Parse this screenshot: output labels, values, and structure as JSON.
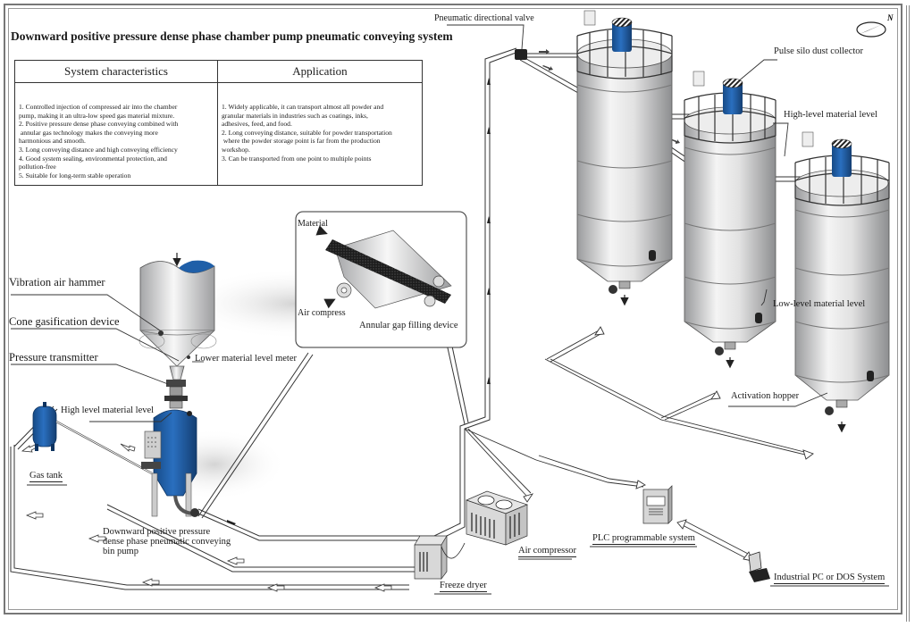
{
  "title": "Downward positive pressure dense phase chamber pump pneumatic conveying system",
  "info_table": {
    "system_characteristics": {
      "heading": "System characteristics",
      "lines": [
        "1. Controlled injection of compressed air into the chamber",
        "pump, making it an ultra-low speed gas material mixture.",
        "2. Positive pressure dense phase conveying combined with",
        " annular gas technology makes the conveying more",
        "harmonious and smooth.",
        "3. Long conveying distance and high conveying efficiency",
        "4. Good system sealing, environmental protection, and",
        "pollution-free",
        "5. Suitable for long-term stable operation"
      ]
    },
    "application": {
      "heading": "Application",
      "lines": [
        "1. Widely applicable, it can transport almost all powder and",
        "granular materials in industries such as coatings, inks,",
        "adhesives, feed, and food.",
        "2. Long conveying distance, suitable for powder transportation",
        " where the powder storage point is far from the production",
        "workshop.",
        "3. Can be transported from one point to multiple points"
      ]
    }
  },
  "labels": {
    "vibration_air_hammer": "Vibration air hammer",
    "cone_gasification_device": "Cone gasification device",
    "pressure_transmitter": "Pressure transmitter",
    "lower_material_level_meter": "Lower material level meter",
    "high_level_material_level_pump": "High level material level",
    "gas_tank": "Gas tank",
    "bin_pump": [
      "Downward positive pressure",
      "dense phase pneumatic conveying",
      "bin pump"
    ],
    "material": "Material",
    "air_compress": "Air compress",
    "annular_gap_filling_device": "Annular gap filling device",
    "pneumatic_directional_valve": "Pneumatic directional valve",
    "pulse_silo_dust_collector": "Pulse silo dust collector",
    "high_level_material_level_silo": "High-level material level",
    "low_level_material_level": "Low-level material level",
    "activation_hopper": "Activation hopper",
    "air_compressor": "Air compressor",
    "freeze_dryer": "Freeze dryer",
    "plc_programmable_system": "PLC programmable system",
    "industrial_pc": "Industrial PC or DOS System",
    "compass_north": "N"
  },
  "colors": {
    "equipment_blue": "#1f5fa8",
    "silo_gray": "#d9dadb",
    "pipe": "#333333"
  }
}
